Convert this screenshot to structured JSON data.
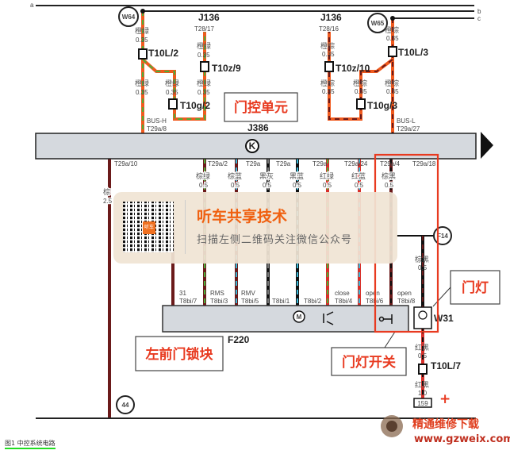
{
  "rails": {
    "a": "a",
    "b": "b",
    "c": "c"
  },
  "grounds": {
    "w64": "W64",
    "w65": "W65",
    "g44": "44",
    "f14": "F14"
  },
  "left_group": {
    "j136": "J136",
    "j136_pin": "T28/17",
    "wire_color": "橙绿",
    "wire_size": "0.35",
    "t10l": "T10L/2",
    "t10z": "T10z/9",
    "t10g": "T10g/2",
    "bus": "BUS-H",
    "bus_pin": "T29a/8"
  },
  "right_group": {
    "j136": "J136",
    "j136_pin": "T28/16",
    "wire_color": "橙棕",
    "wire_size": "0.35",
    "t10l": "T10L/3",
    "t10z": "T10z/10",
    "t10g": "T10g/3",
    "bus": "BUS-L",
    "bus_pin": "T29a/27"
  },
  "control_unit": {
    "id": "J386",
    "symbol": "K",
    "callout": "门控单元"
  },
  "bus_pins": [
    "T29a/10",
    "T29a/2",
    "T29a",
    "T29a",
    "T29a",
    "T29a/24",
    "T29a/4",
    "T29a/18"
  ],
  "wire_labels": [
    {
      "color": "棕",
      "size": "2.5"
    },
    {
      "color": "棕绿",
      "size": "0.5"
    },
    {
      "color": "棕蓝",
      "size": "0.5"
    },
    {
      "color": "黑灰",
      "size": "0.5"
    },
    {
      "color": "黑蓝",
      "size": "0.5"
    },
    {
      "color": "红绿",
      "size": "0.5"
    },
    {
      "color": "红蓝",
      "size": "0.5"
    },
    {
      "color": "棕黑",
      "size": "0.5"
    }
  ],
  "module_pins": [
    {
      "func": "31",
      "pin": "T8bi/7"
    },
    {
      "func": "RMS",
      "pin": "T8bi/3"
    },
    {
      "func": "RMV",
      "pin": "T8bi/5"
    },
    {
      "func": "",
      "pin": "T8bi/1"
    },
    {
      "func": "",
      "pin": "T8bi/2"
    },
    {
      "func": "close",
      "pin": "T8bi/4"
    },
    {
      "func": "open",
      "pin": "T8bi/6"
    },
    {
      "func": "open",
      "pin": "T8bi/8"
    }
  ],
  "motor": "M",
  "module": {
    "id": "F220",
    "callout": "左前门锁块"
  },
  "lamp": {
    "id": "W31",
    "callout": "门灯",
    "wire1_color": "棕黑",
    "wire1_size": "0.5",
    "wire2_color": "红黑",
    "wire2_size": "0.5",
    "connector": "T10L/7",
    "wire3_color": "红黑",
    "wire3_size": "1.0",
    "fuse": "159",
    "polarity": "+"
  },
  "switch_callout": "门灯开关",
  "caption": "图1  中控系统电路",
  "watermark": {
    "title": "听车共享技术",
    "subtitle": "扫描左侧二维码关注微信公众号",
    "badge": "听车"
  },
  "logo": {
    "name": "精通维修下载",
    "url": "www.gzweix.com"
  },
  "colors": {
    "orange": "#f05a1e",
    "green": "#4caf3a",
    "brown": "#6b1a1a",
    "red": "#d8302a",
    "blue": "#3ab8d8",
    "bus_gray": "#d5d9de",
    "callout_red": "#e83a20"
  }
}
